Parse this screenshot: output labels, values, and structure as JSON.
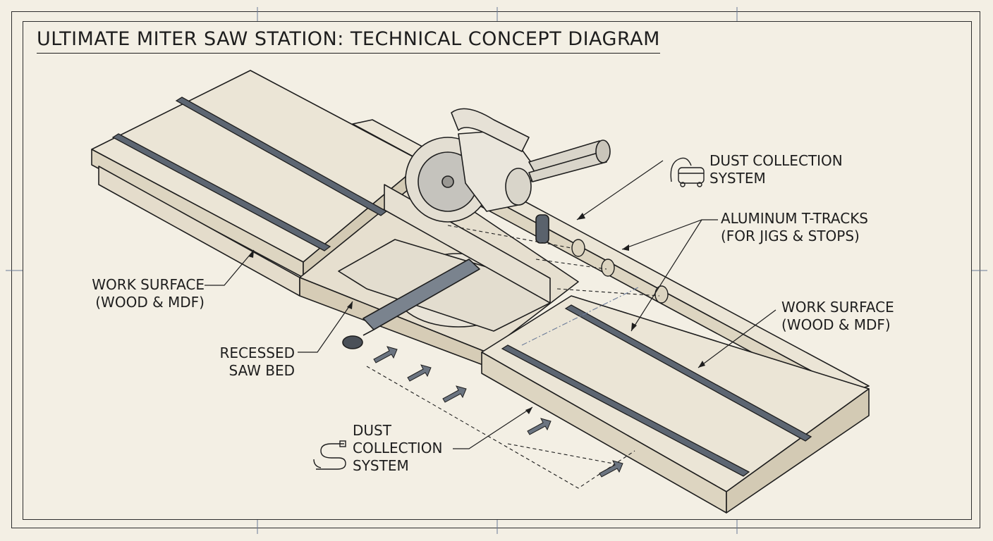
{
  "title": "ULTIMATE MITER SAW STATION: TECHNICAL CONCEPT DIAGRAM",
  "labels": {
    "dust_collection_top": [
      "DUST COLLECTION",
      "SYSTEM"
    ],
    "t_tracks": [
      "ALUMINUM T-TRACKS",
      "(FOR JIGS & STOPS)"
    ],
    "work_surface_left": [
      "WORK SURFACE",
      "(WOOD & MDF)"
    ],
    "work_surface_right": [
      "WORK SURFACE",
      "(WOOD & MDF)"
    ],
    "recessed_saw_bed": [
      "RECESSED",
      "SAW BED"
    ],
    "dust_collection_bottom": [
      "DUST",
      "COLLECTION",
      "SYSTEM"
    ]
  },
  "icons": [
    "shop-vac-icon",
    "dust-hose-icon"
  ],
  "colors": {
    "paper": "#f3efe4",
    "ink": "#1e1e1e",
    "wood": "#ebe5d6",
    "track": "#5d6672",
    "arrow": "#6b7480"
  }
}
